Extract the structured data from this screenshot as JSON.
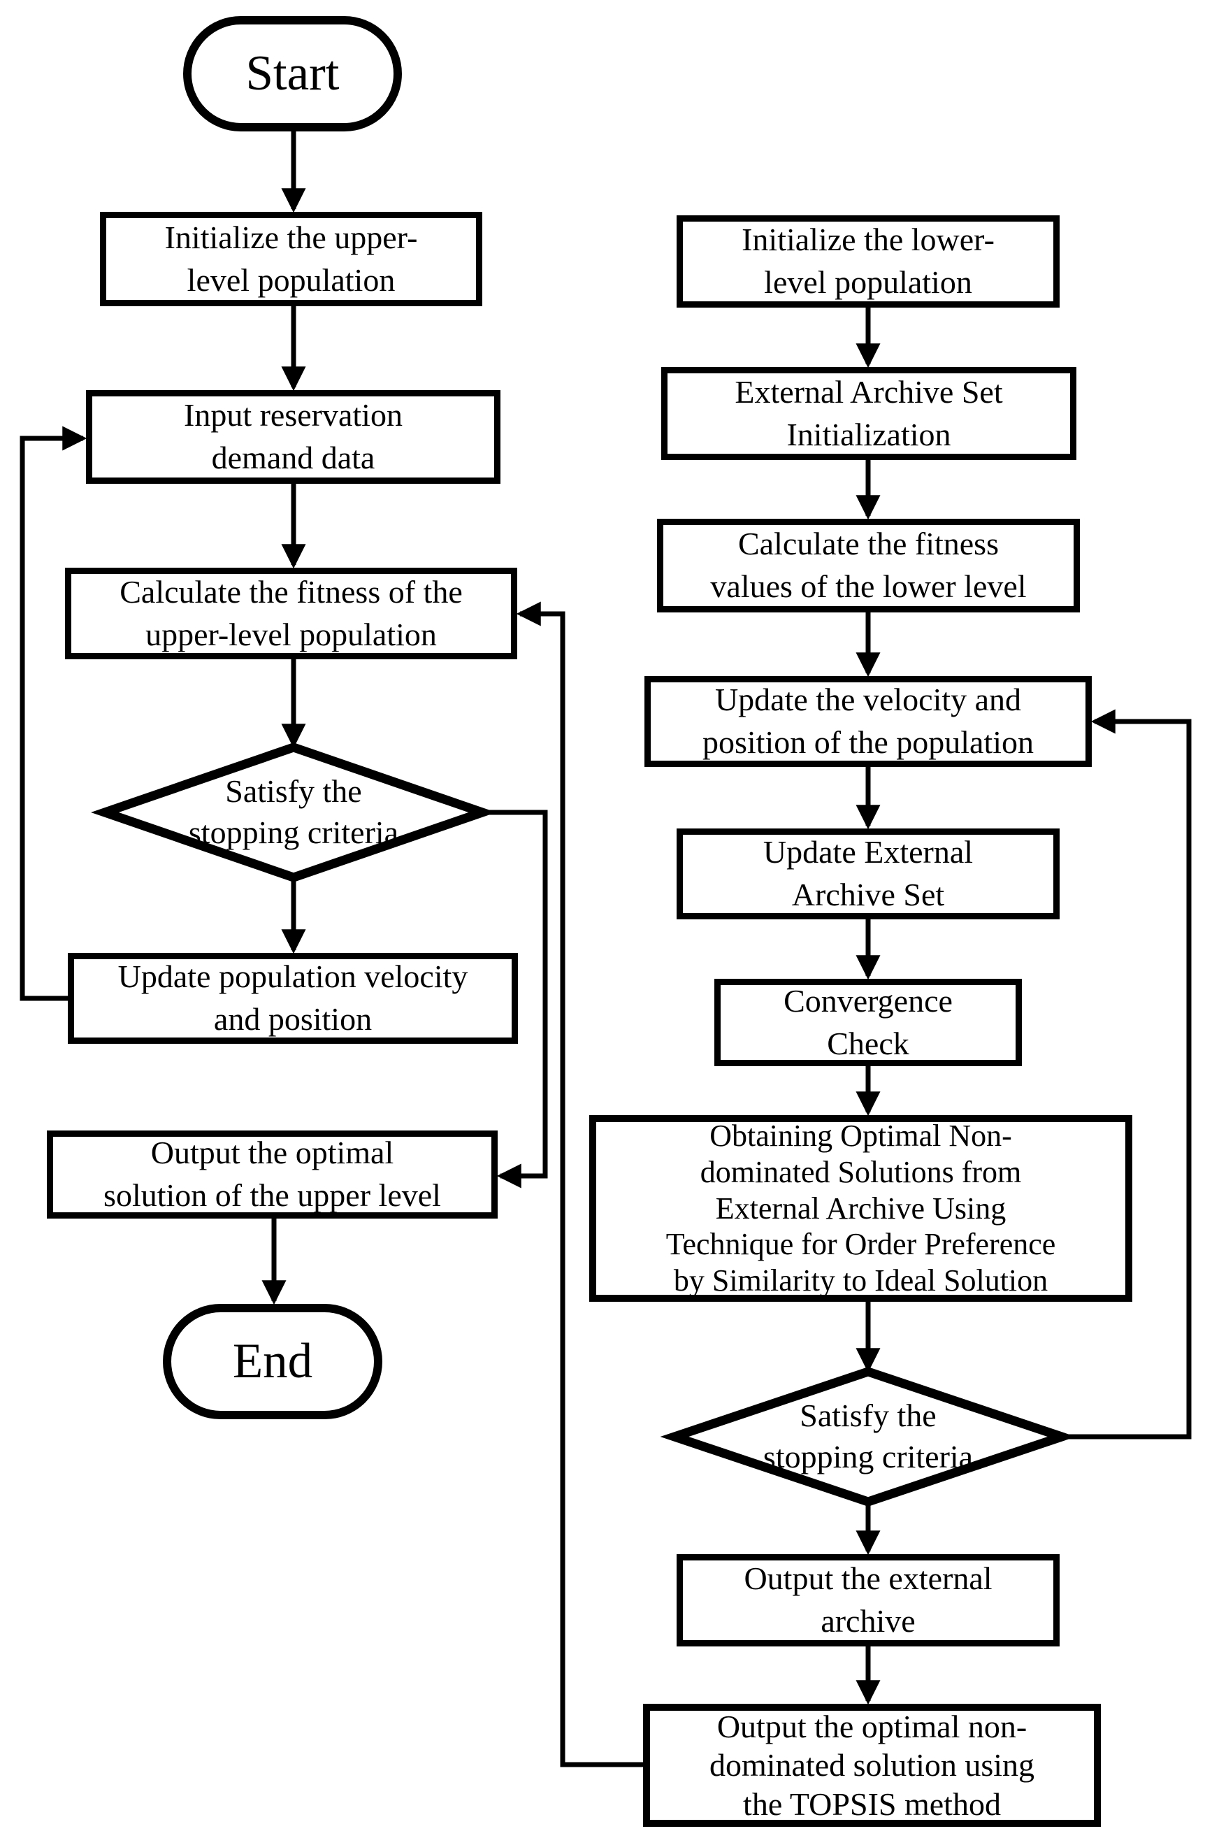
{
  "colors": {
    "line": "#000000",
    "node_fill": "#ffffff",
    "background": "#ffffff",
    "text": "#000000"
  },
  "left": {
    "start": {
      "label": "Start"
    },
    "init_upper": {
      "lines": [
        "Initialize the upper-",
        "level population"
      ]
    },
    "input_demand": {
      "lines": [
        "Input reservation",
        "demand data"
      ]
    },
    "calc_fitness_upper": {
      "lines": [
        "Calculate the fitness of the",
        "upper-level population"
      ]
    },
    "satisfy_upper": {
      "lines": [
        "Satisfy the",
        "stopping criteria"
      ]
    },
    "update_pop": {
      "lines": [
        "Update population velocity",
        "and position"
      ]
    },
    "output_upper": {
      "lines": [
        "Output the optimal",
        "solution of the upper level"
      ]
    },
    "end": {
      "label": "End"
    }
  },
  "right": {
    "init_lower": {
      "lines": [
        "Initialize the lower-",
        "level population"
      ]
    },
    "ext_archive_init": {
      "lines": [
        "External Archive Set",
        "Initialization"
      ]
    },
    "calc_fitness_lower": {
      "lines": [
        "Calculate the fitness",
        "values of the lower level"
      ]
    },
    "update_velocity": {
      "lines": [
        "Update the velocity and",
        "position of the population"
      ]
    },
    "update_ext_archive": {
      "lines": [
        "Update External",
        "Archive Set"
      ]
    },
    "convergence_check": {
      "lines": [
        "Convergence",
        "Check"
      ]
    },
    "topsis_obtain": {
      "lines": [
        "Obtaining Optimal Non-",
        "dominated Solutions from",
        "External Archive Using",
        "Technique for Order Preference",
        "by Similarity to Ideal Solution"
      ]
    },
    "satisfy_lower": {
      "lines": [
        "Satisfy the",
        "stopping criteria"
      ]
    },
    "output_archive": {
      "lines": [
        "Output the external",
        "archive"
      ]
    },
    "output_topsis": {
      "lines": [
        "Output the optimal non-",
        "dominated solution using",
        "the TOPSIS method"
      ]
    }
  },
  "edges": [
    {
      "from": "start",
      "to": "init_upper"
    },
    {
      "from": "init_upper",
      "to": "input_demand"
    },
    {
      "from": "input_demand",
      "to": "calc_fitness_upper"
    },
    {
      "from": "calc_fitness_upper",
      "to": "satisfy_upper"
    },
    {
      "from": "satisfy_upper",
      "to": "update_pop"
    },
    {
      "from": "update_pop",
      "to": "input_demand"
    },
    {
      "from": "satisfy_upper",
      "to": "output_upper"
    },
    {
      "from": "output_upper",
      "to": "end"
    },
    {
      "from": "init_lower",
      "to": "ext_archive_init"
    },
    {
      "from": "ext_archive_init",
      "to": "calc_fitness_lower"
    },
    {
      "from": "calc_fitness_lower",
      "to": "update_velocity"
    },
    {
      "from": "update_velocity",
      "to": "update_ext_archive"
    },
    {
      "from": "update_ext_archive",
      "to": "convergence_check"
    },
    {
      "from": "convergence_check",
      "to": "topsis_obtain"
    },
    {
      "from": "topsis_obtain",
      "to": "satisfy_lower"
    },
    {
      "from": "satisfy_lower",
      "to": "update_velocity"
    },
    {
      "from": "satisfy_lower",
      "to": "output_archive"
    },
    {
      "from": "output_archive",
      "to": "output_topsis"
    },
    {
      "from": "output_topsis",
      "to": "calc_fitness_upper"
    }
  ]
}
